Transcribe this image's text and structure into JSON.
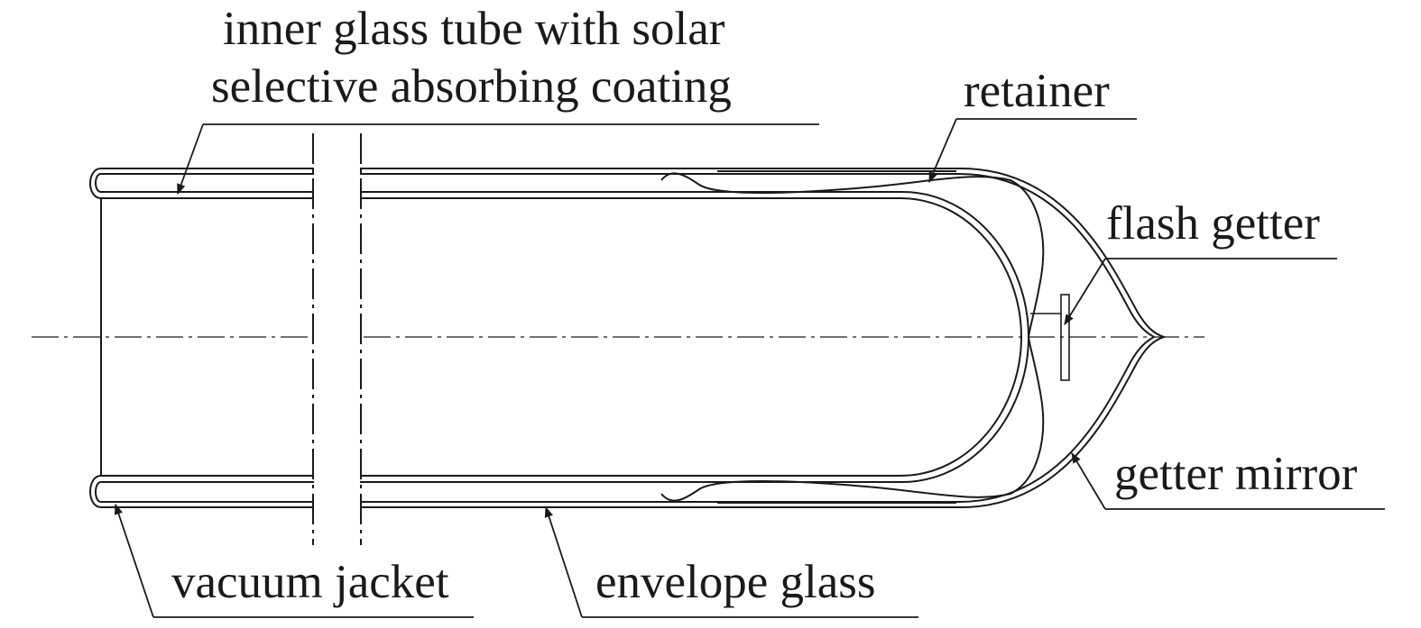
{
  "labels": {
    "inner_tube_line1": "inner glass tube with solar",
    "inner_tube_line2": "selective absorbing coating",
    "retainer": "retainer",
    "flash_getter": "flash getter",
    "getter_mirror": "getter mirror",
    "vacuum_jacket": "vacuum jacket",
    "envelope_glass": "envelope glass"
  },
  "colors": {
    "ink": "#1a1a1a",
    "background": "#ffffff"
  }
}
